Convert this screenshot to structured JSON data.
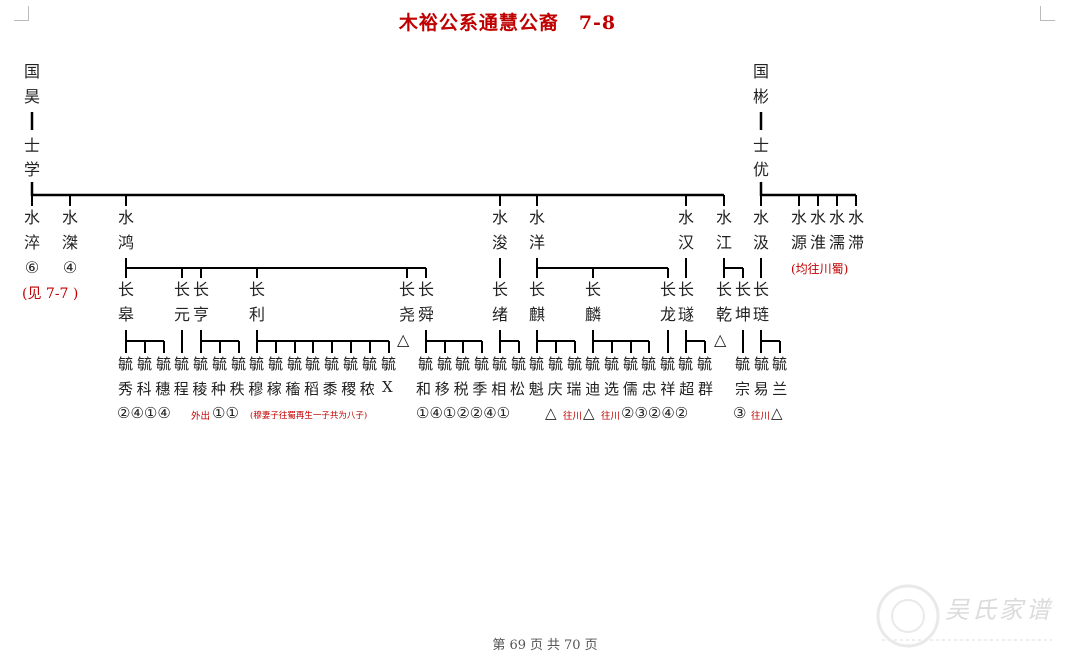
{
  "title": "木裕公系通慧公裔　7-8",
  "left_root": {
    "a": "国",
    "b": "昊",
    "c": "士",
    "d": "学"
  },
  "right_root": {
    "a": "国",
    "b": "彬",
    "c": "士",
    "d": "优"
  },
  "shui_children": [
    {
      "char": "水",
      "name": "淬",
      "note": "⑥"
    },
    {
      "char": "水",
      "name": "滐",
      "note": "④"
    },
    {
      "char": "水",
      "name": "鸿"
    },
    {
      "char": "水",
      "name": "浚"
    },
    {
      "char": "水",
      "name": "洋"
    },
    {
      "char": "水",
      "name": "汉"
    },
    {
      "char": "水",
      "name": "江"
    },
    {
      "char": "水",
      "name": "汲"
    },
    {
      "char": "水",
      "name": "源"
    },
    {
      "char": "水",
      "name": "淮"
    },
    {
      "char": "水",
      "name": "濡"
    },
    {
      "char": "水",
      "name": "滞"
    }
  ],
  "see_note": "(见 7-7 )",
  "sichuan_note": "(均往川蜀)",
  "chang_children": [
    {
      "char": "长",
      "name": "皋"
    },
    {
      "char": "长",
      "name": "元"
    },
    {
      "char": "长",
      "name": "亨"
    },
    {
      "char": "长",
      "name": "利"
    },
    {
      "char": "长",
      "name": "尧"
    },
    {
      "char": "长",
      "name": "舜"
    },
    {
      "char": "长",
      "name": "绪"
    },
    {
      "char": "长",
      "name": "麒"
    },
    {
      "char": "长",
      "name": "麟"
    },
    {
      "char": "长",
      "name": "龙"
    },
    {
      "char": "长",
      "name": "璲"
    },
    {
      "char": "长",
      "name": "乾"
    },
    {
      "char": "长",
      "name": "坤"
    },
    {
      "char": "长",
      "name": "琏"
    }
  ],
  "gen_glyph": "毓",
  "gen_row_a": "秀科穗程稜种秩穆稼稸稻黍稷秾",
  "gen_row_a_x": "X",
  "gen_row_b": "和移税季相松魁庆瑞迪选儒忠祥超群",
  "gen_row_c": "宗易兰",
  "nums_a1": "②④①④",
  "nums_a_out": "外出",
  "nums_a2": "①①",
  "nums_a_note": "(穆妻子往蜀再生一子共为八子)",
  "nums_b1": "①④①②②④①",
  "nums_b_tri1": "△",
  "nums_b_to1": "往川",
  "nums_b_tri2": "△",
  "nums_b_to2": "往川",
  "nums_b2": "②③②④②",
  "nums_c1": "③",
  "nums_c_to": "往川",
  "nums_c_tri": "△",
  "tri_mark": "△",
  "footer": {
    "a": "第",
    "page": "69",
    "b": "页",
    "c": "共",
    "total": "70",
    "d": "页"
  },
  "watermark": "吴氏家谱",
  "colors": {
    "title_red": "#c00000",
    "line": "#000000"
  }
}
